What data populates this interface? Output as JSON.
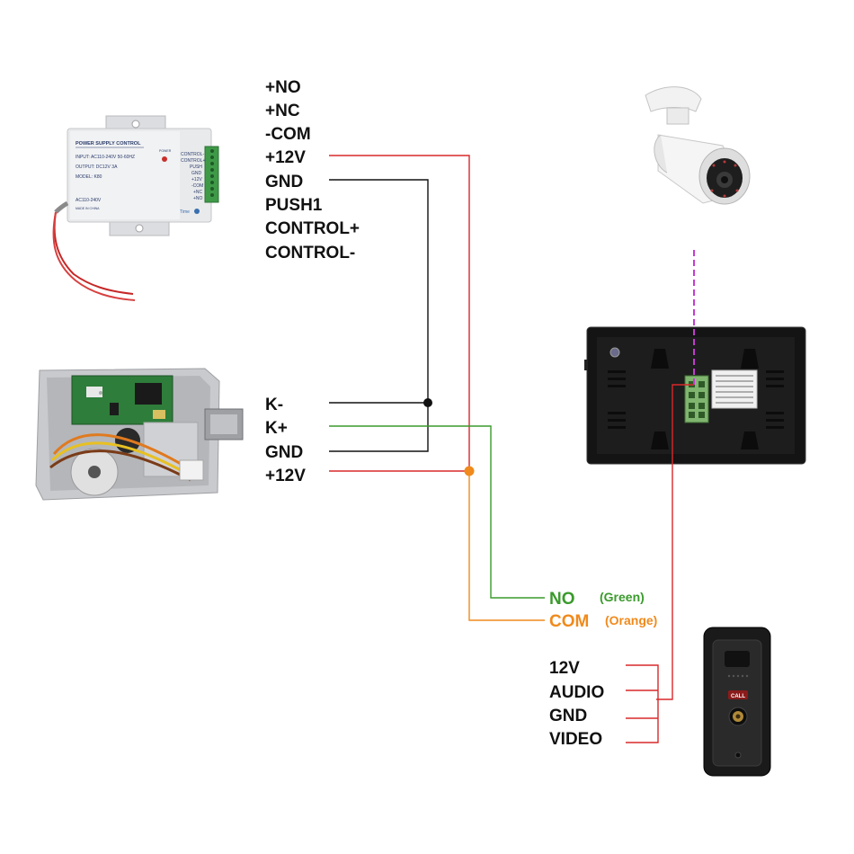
{
  "psu": {
    "title": "POWER SUPPLY CONTROL",
    "input": "INPUT: AC110-240V 50-60HZ",
    "output": "OUTPUT: DC12V 3A",
    "model": "MODEL: K80",
    "ac": "AC110-240V",
    "made": "MADE IN CHINA",
    "power_led": "POWER",
    "terminals": [
      "CONTROL-",
      "CONTROL+",
      "PUSH",
      "GND",
      "+12V",
      "-COM",
      "+NC",
      "+NO"
    ],
    "brand": "Time"
  },
  "psu_terminal_labels": [
    "+NO",
    "+NC",
    "-COM",
    "+12V",
    "GND",
    "PUSH1",
    "CONTROL+",
    "CONTROL-"
  ],
  "lock_labels": [
    "K-",
    "K+",
    "GND",
    "+12V"
  ],
  "relay": {
    "no_label": "NO",
    "no_color_label": "(Green)",
    "com_label": "COM",
    "com_color_label": "(Orange)"
  },
  "outdoor_labels": [
    "12V",
    "AUDIO",
    "GND",
    "VIDEO"
  ],
  "door_station": {
    "call_label": "CALL"
  },
  "colors": {
    "red_wire": "#d9282a",
    "black_wire": "#111111",
    "green_wire": "#3a9a2c",
    "orange_wire": "#f08a1c",
    "camera_wire": "#c53ad0",
    "green_text": "#3a9a2c",
    "orange_text": "#f08a1c"
  }
}
